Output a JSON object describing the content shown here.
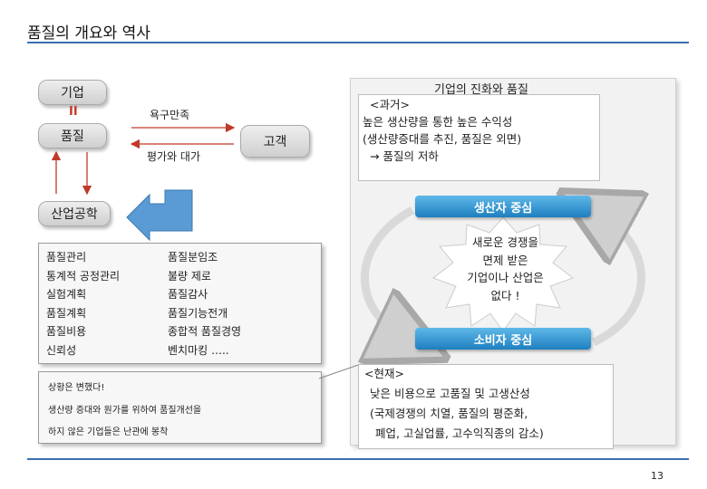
{
  "page_title": "품질의 개요와 역사",
  "page_number": "13",
  "left": {
    "company_label": "기업",
    "equals_sign": "II",
    "quality_label": "품질",
    "customer_label": "고객",
    "desire_label": "욕구만족",
    "value_label": "평가와 대가",
    "industrial_eng_label": "산업공학",
    "list_col1": [
      "품질관리",
      "통계적 공정관리",
      "실험계획",
      "품질계획",
      "품질비용",
      "신뢰성"
    ],
    "list_col2": [
      "품질분임조",
      "불량 제로",
      "품질감사",
      "품질기능전개",
      "종합적 품질경영",
      "벤치마킹 ….."
    ],
    "note_line1": "상황은 변했다!",
    "note_line2": "생산량 증대와 원가를 위하여 품질개선을",
    "note_line3": "하지 않은 기업들은 난관에 봉착"
  },
  "right": {
    "panel_title": "기업의 진화와 품질",
    "past_lines": [
      "<과거>",
      "높은 생산량을 통한 높은 수익성",
      "(생산량증대를 추진, 품질은 외면)",
      "→ 품질의 저하"
    ],
    "producer_band": "생산자 중심",
    "burst_lines": [
      "새로운 경쟁을",
      "면제 받은",
      "기업이나 산업은",
      "없다 !"
    ],
    "consumer_band": "소비자 중심",
    "present_lines": [
      "<현재>",
      "낮은 비용으로 고품질 및 고생산성",
      "(국제경쟁의 치열, 품질의 평준화,",
      "폐업, 고실업률, 고수익직종의 감소)"
    ]
  },
  "colors": {
    "accent": "#3a6fb0",
    "band_top": "#5fb8e8",
    "band_bottom": "#1e7fc0",
    "arrow_red": "#c0392b",
    "bent_arrow": "#5b9bd5",
    "cycle_arrow": "#d9d9d9"
  }
}
